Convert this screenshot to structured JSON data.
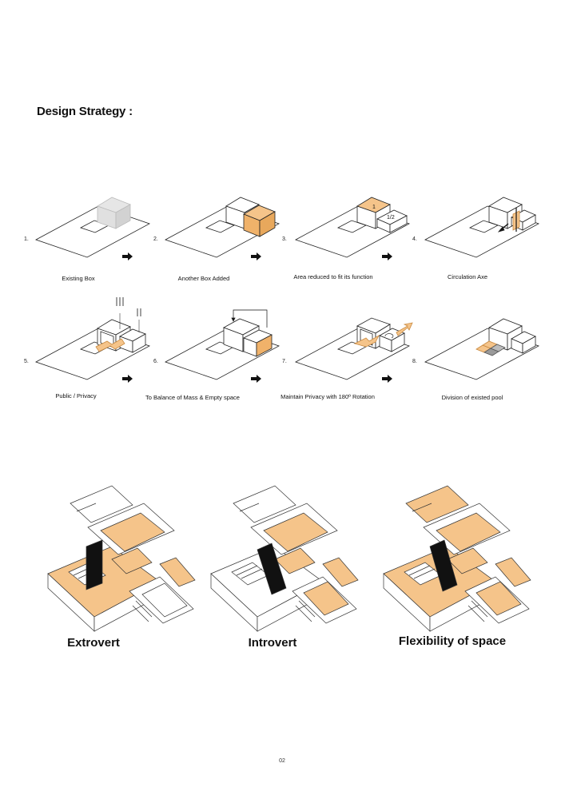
{
  "page": {
    "title": "Design Strategy :",
    "page_number": "02"
  },
  "steps": [
    {
      "number": "1.",
      "caption": "Existing Box"
    },
    {
      "number": "2.",
      "caption": "Another Box Added"
    },
    {
      "number": "3.",
      "caption": "Area reduced to fit its function"
    },
    {
      "number": "4.",
      "caption": "Circulation Axe"
    },
    {
      "number": "5.",
      "caption": "Public / Privacy"
    },
    {
      "number": "6.",
      "caption": "To Balance of Mass & Empty space"
    },
    {
      "number": "7.",
      "caption": "Maintain Privacy with 180º Rotation"
    },
    {
      "number": "8.",
      "caption": "Division of  existed pool"
    }
  ],
  "step3_labels": {
    "box1": "1",
    "box2": "1/2"
  },
  "scenarios": [
    {
      "label": "Extrovert"
    },
    {
      "label": "Introvert"
    },
    {
      "label": "Flexibility of space"
    }
  ],
  "colors": {
    "accent": "#f5c48a",
    "accent_dark": "#e8a85c",
    "line": "#222222",
    "box_grey": "#e2e2e2"
  }
}
